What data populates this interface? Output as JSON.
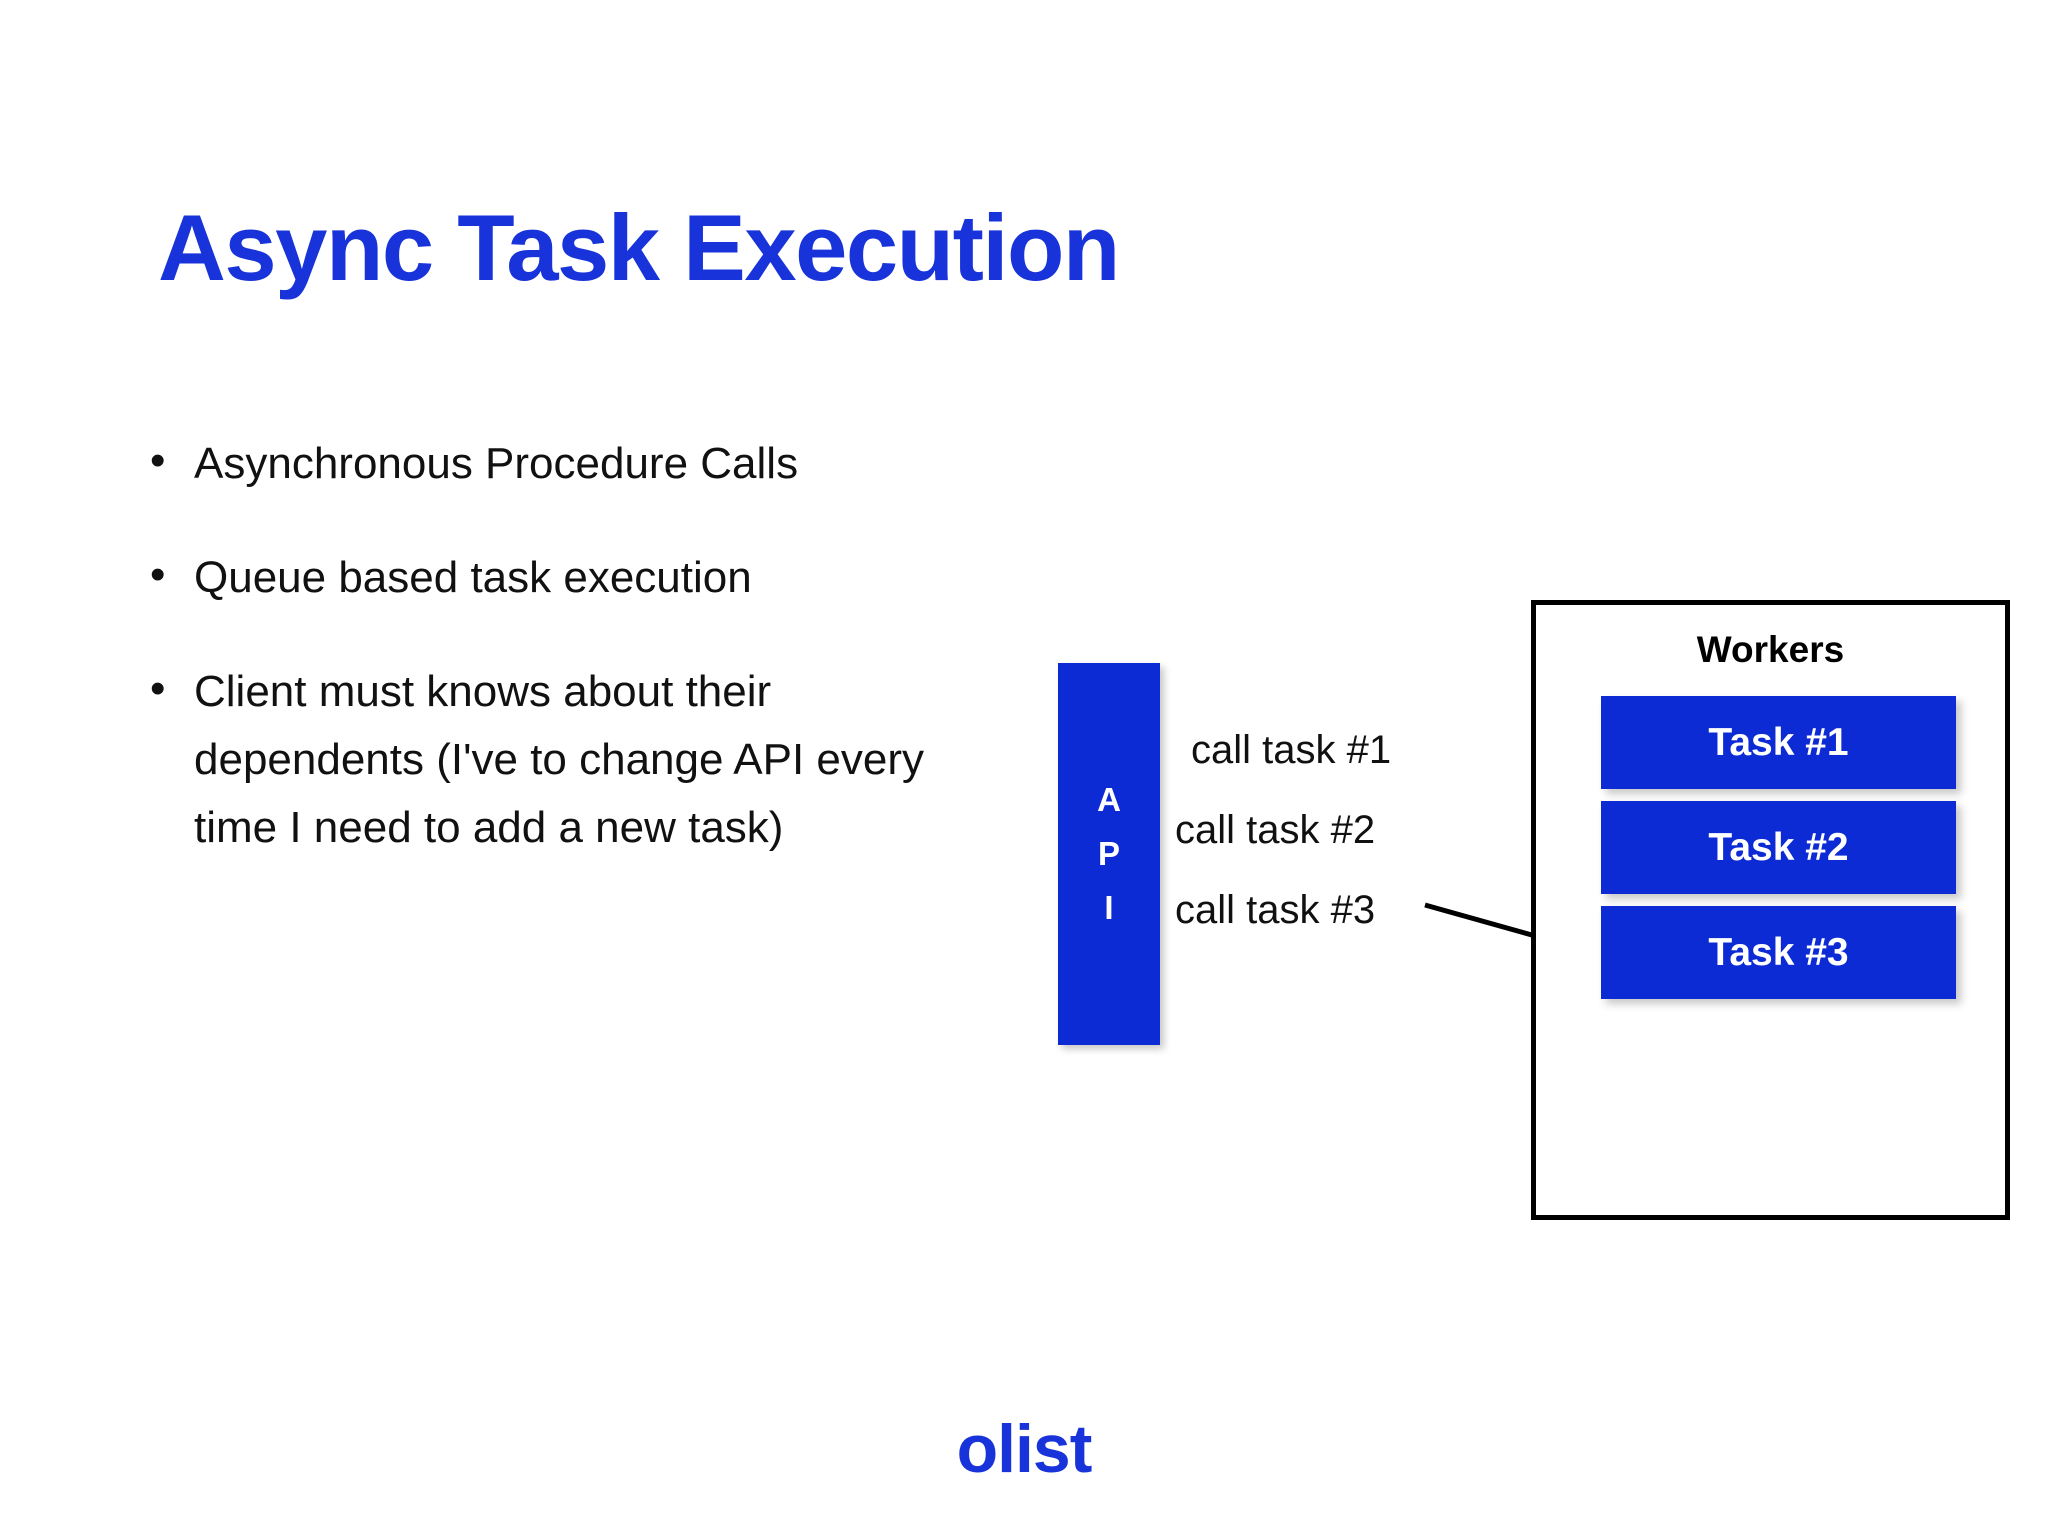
{
  "slide": {
    "title": "Async Task Execution",
    "background_color": "#ffffff",
    "accent_color": "#1833d9",
    "box_blue": "#0d2bd4",
    "text_color": "#111111"
  },
  "bullets": [
    {
      "marker": "•",
      "text": "Asynchronous Procedure Calls"
    },
    {
      "marker": "•",
      "text": "Queue based task execution"
    },
    {
      "marker": "•",
      "text": "Client must knows about their dependents (I've to change API every time I need to add a new task)"
    }
  ],
  "diagram": {
    "api": {
      "label": "API",
      "letters": [
        "A",
        "P",
        "I"
      ]
    },
    "calls": [
      "call task #1",
      "call task #2",
      "call task #3"
    ],
    "workers": {
      "title": "Workers",
      "tasks": [
        {
          "label": "Task #1"
        },
        {
          "label": "Task #2"
        },
        {
          "label": "Task #3"
        }
      ]
    },
    "arrow": {
      "name": "call-task-3-to-task-3-arrow",
      "from": "call task #3",
      "to": "Task #3"
    }
  },
  "footer": {
    "logo": "olist"
  }
}
